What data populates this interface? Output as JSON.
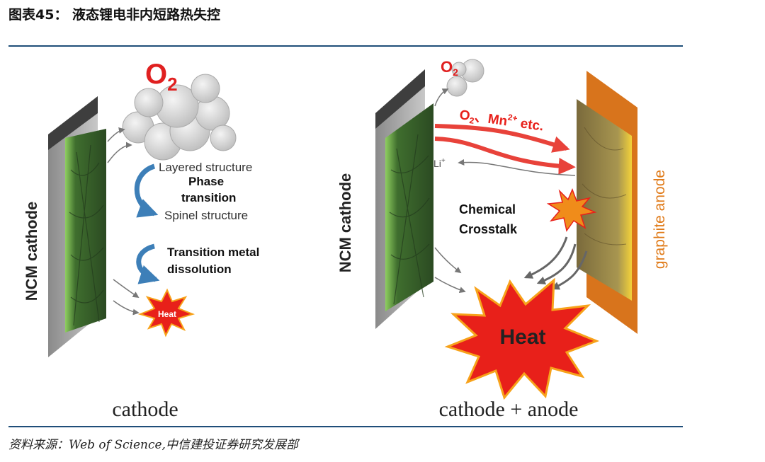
{
  "figure": {
    "title": "图表45：  液态锂电非内短路热失控",
    "source": "资料来源：Web of Science,中信建投证券研究发展部"
  },
  "left_panel": {
    "o2_base": "O",
    "o2_sub": "2",
    "electrode_label": "NCM cathode",
    "layered": "Layered structure",
    "phase_1": "Phase",
    "phase_2": "transition",
    "spinel": "Spinel structure",
    "tm_1": "Transition metal",
    "tm_2": "dissolution",
    "heat": "Heat",
    "caption": "cathode"
  },
  "right_panel": {
    "o2_base": "O",
    "o2_sub": "2",
    "electrode_label": "NCM cathode",
    "species_o": "O",
    "species_o_sub": "2",
    "species_sep": "、",
    "species_mn": "Mn",
    "species_mn_sup": "2+",
    "species_etc": " etc.",
    "li": "Li",
    "li_sup": "+",
    "crosstalk_1": "Chemical",
    "crosstalk_2": "Crosstalk",
    "anode_label": "graphite anode",
    "heat": "Heat",
    "caption": "cathode + anode"
  },
  "colors": {
    "rule": "#1f4e79",
    "o2_red": "#e02020",
    "arrow_red": "#e8423a",
    "anode_orange": "#e07b1a",
    "heat_red": "#e8201a"
  }
}
